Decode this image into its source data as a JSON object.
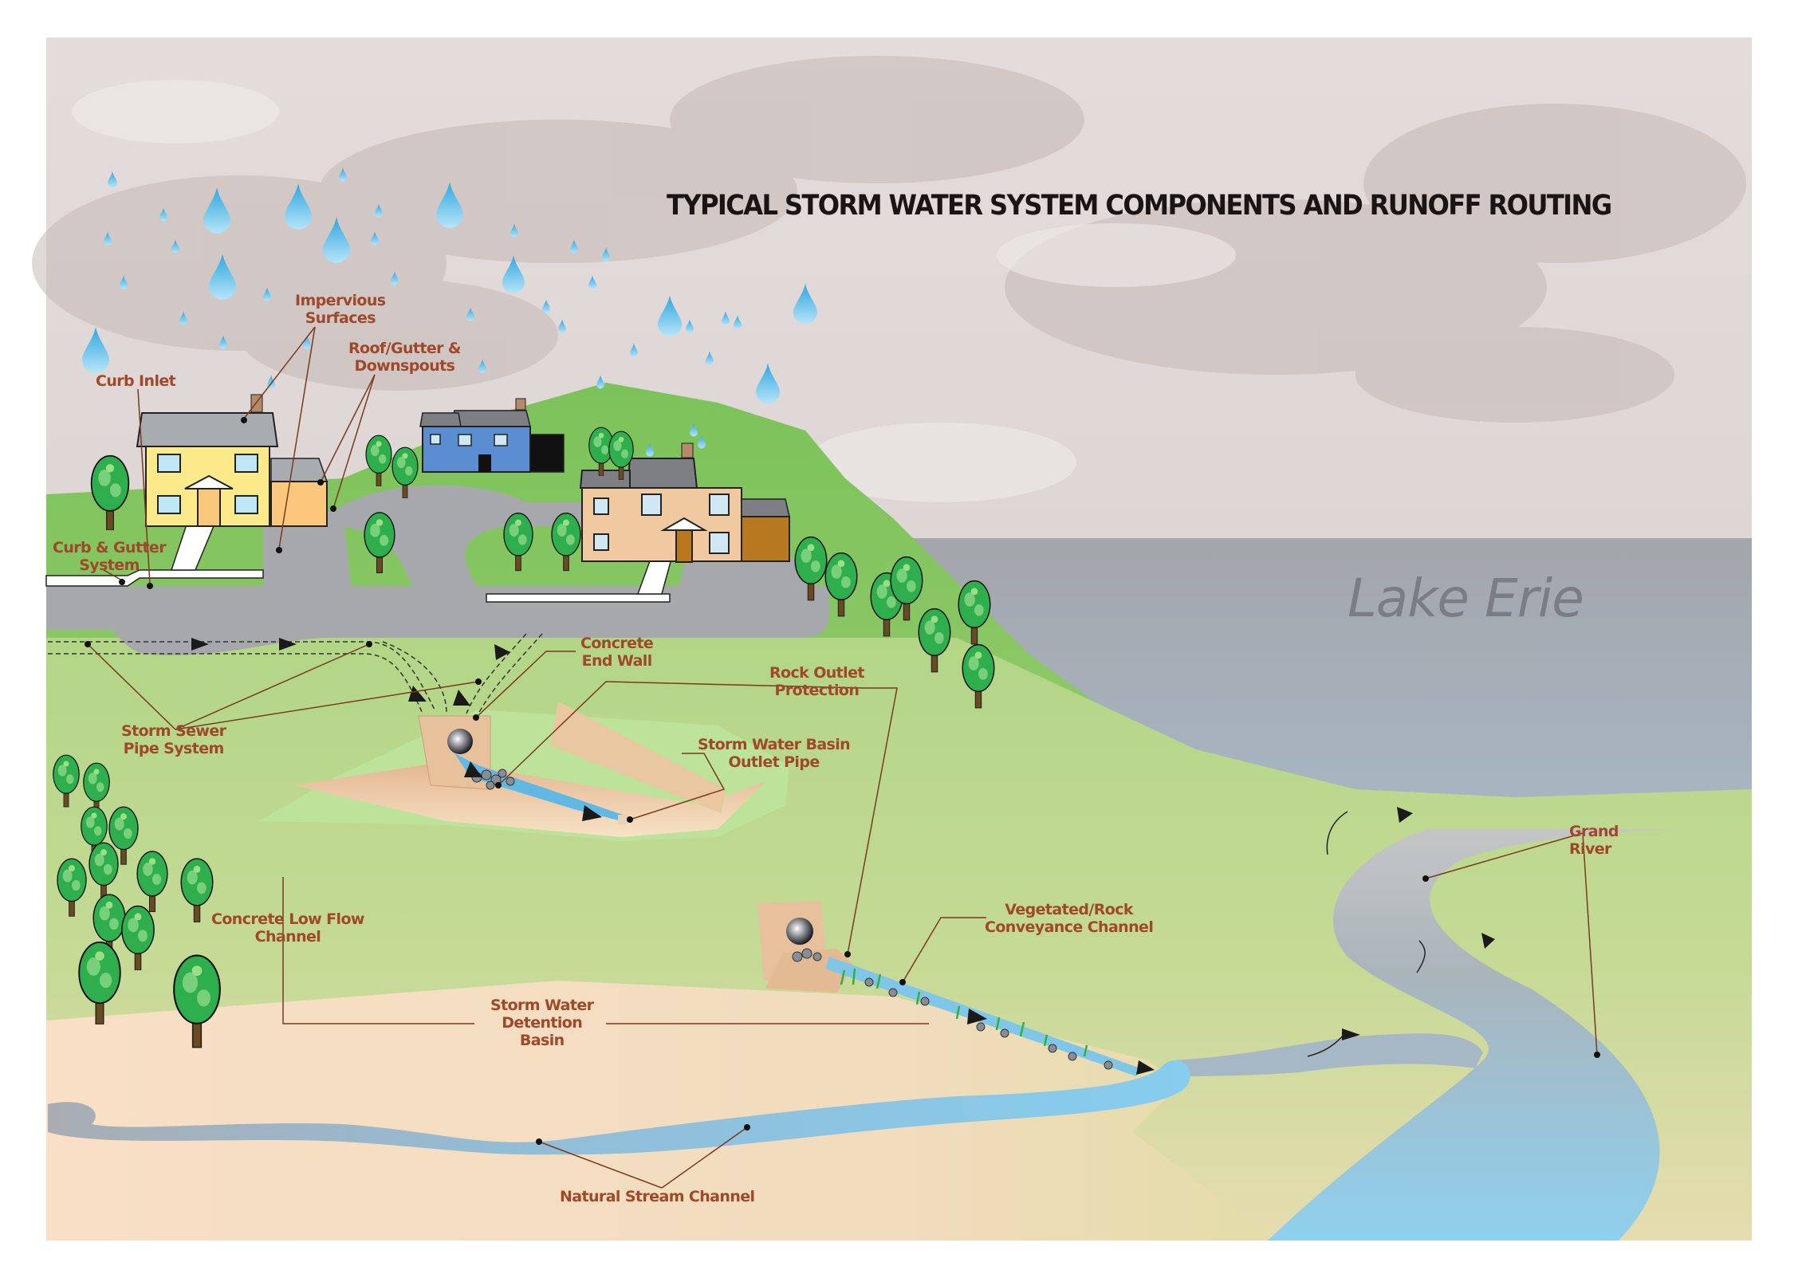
{
  "diagram": {
    "title": "TYPICAL STORM WATER SYSTEM COMPONENTS AND RUNOFF ROUTING",
    "water_body": "Lake Erie",
    "labels": {
      "impervious_surfaces": [
        "Impervious",
        "Surfaces"
      ],
      "roof_gutter_downspouts": [
        "Roof/Gutter &",
        "Downspouts"
      ],
      "curb_inlet": [
        "Curb Inlet"
      ],
      "curb_gutter_system": [
        "Curb & Gutter",
        "System"
      ],
      "concrete_end_wall": [
        "Concrete",
        "End Wall"
      ],
      "rock_outlet_protection": [
        "Rock Outlet",
        "Protection"
      ],
      "storm_sewer_pipe_system": [
        "Storm Sewer",
        "Pipe System"
      ],
      "storm_water_basin_outlet_pipe": [
        "Storm Water Basin",
        "Outlet Pipe"
      ],
      "concrete_low_flow_channel": [
        "Concrete Low Flow",
        "Channel"
      ],
      "vegetated_rock_conveyance_channel": [
        "Vegetated/Rock",
        "Conveyance Channel"
      ],
      "storm_water_detention_basin": [
        "Storm Water",
        "Detention",
        "Basin"
      ],
      "natural_stream_channel": [
        "Natural Stream Channel"
      ],
      "grand_river": [
        "Grand",
        "River"
      ]
    },
    "colors": {
      "label_text": "#a0482a",
      "leader_line": "#7a3a1e",
      "sky": "#dcd4d2",
      "lake": "#a9bccb",
      "grass": "#b5d88a",
      "sand": "#f2dcc0",
      "water": "#8ec8e4"
    }
  }
}
